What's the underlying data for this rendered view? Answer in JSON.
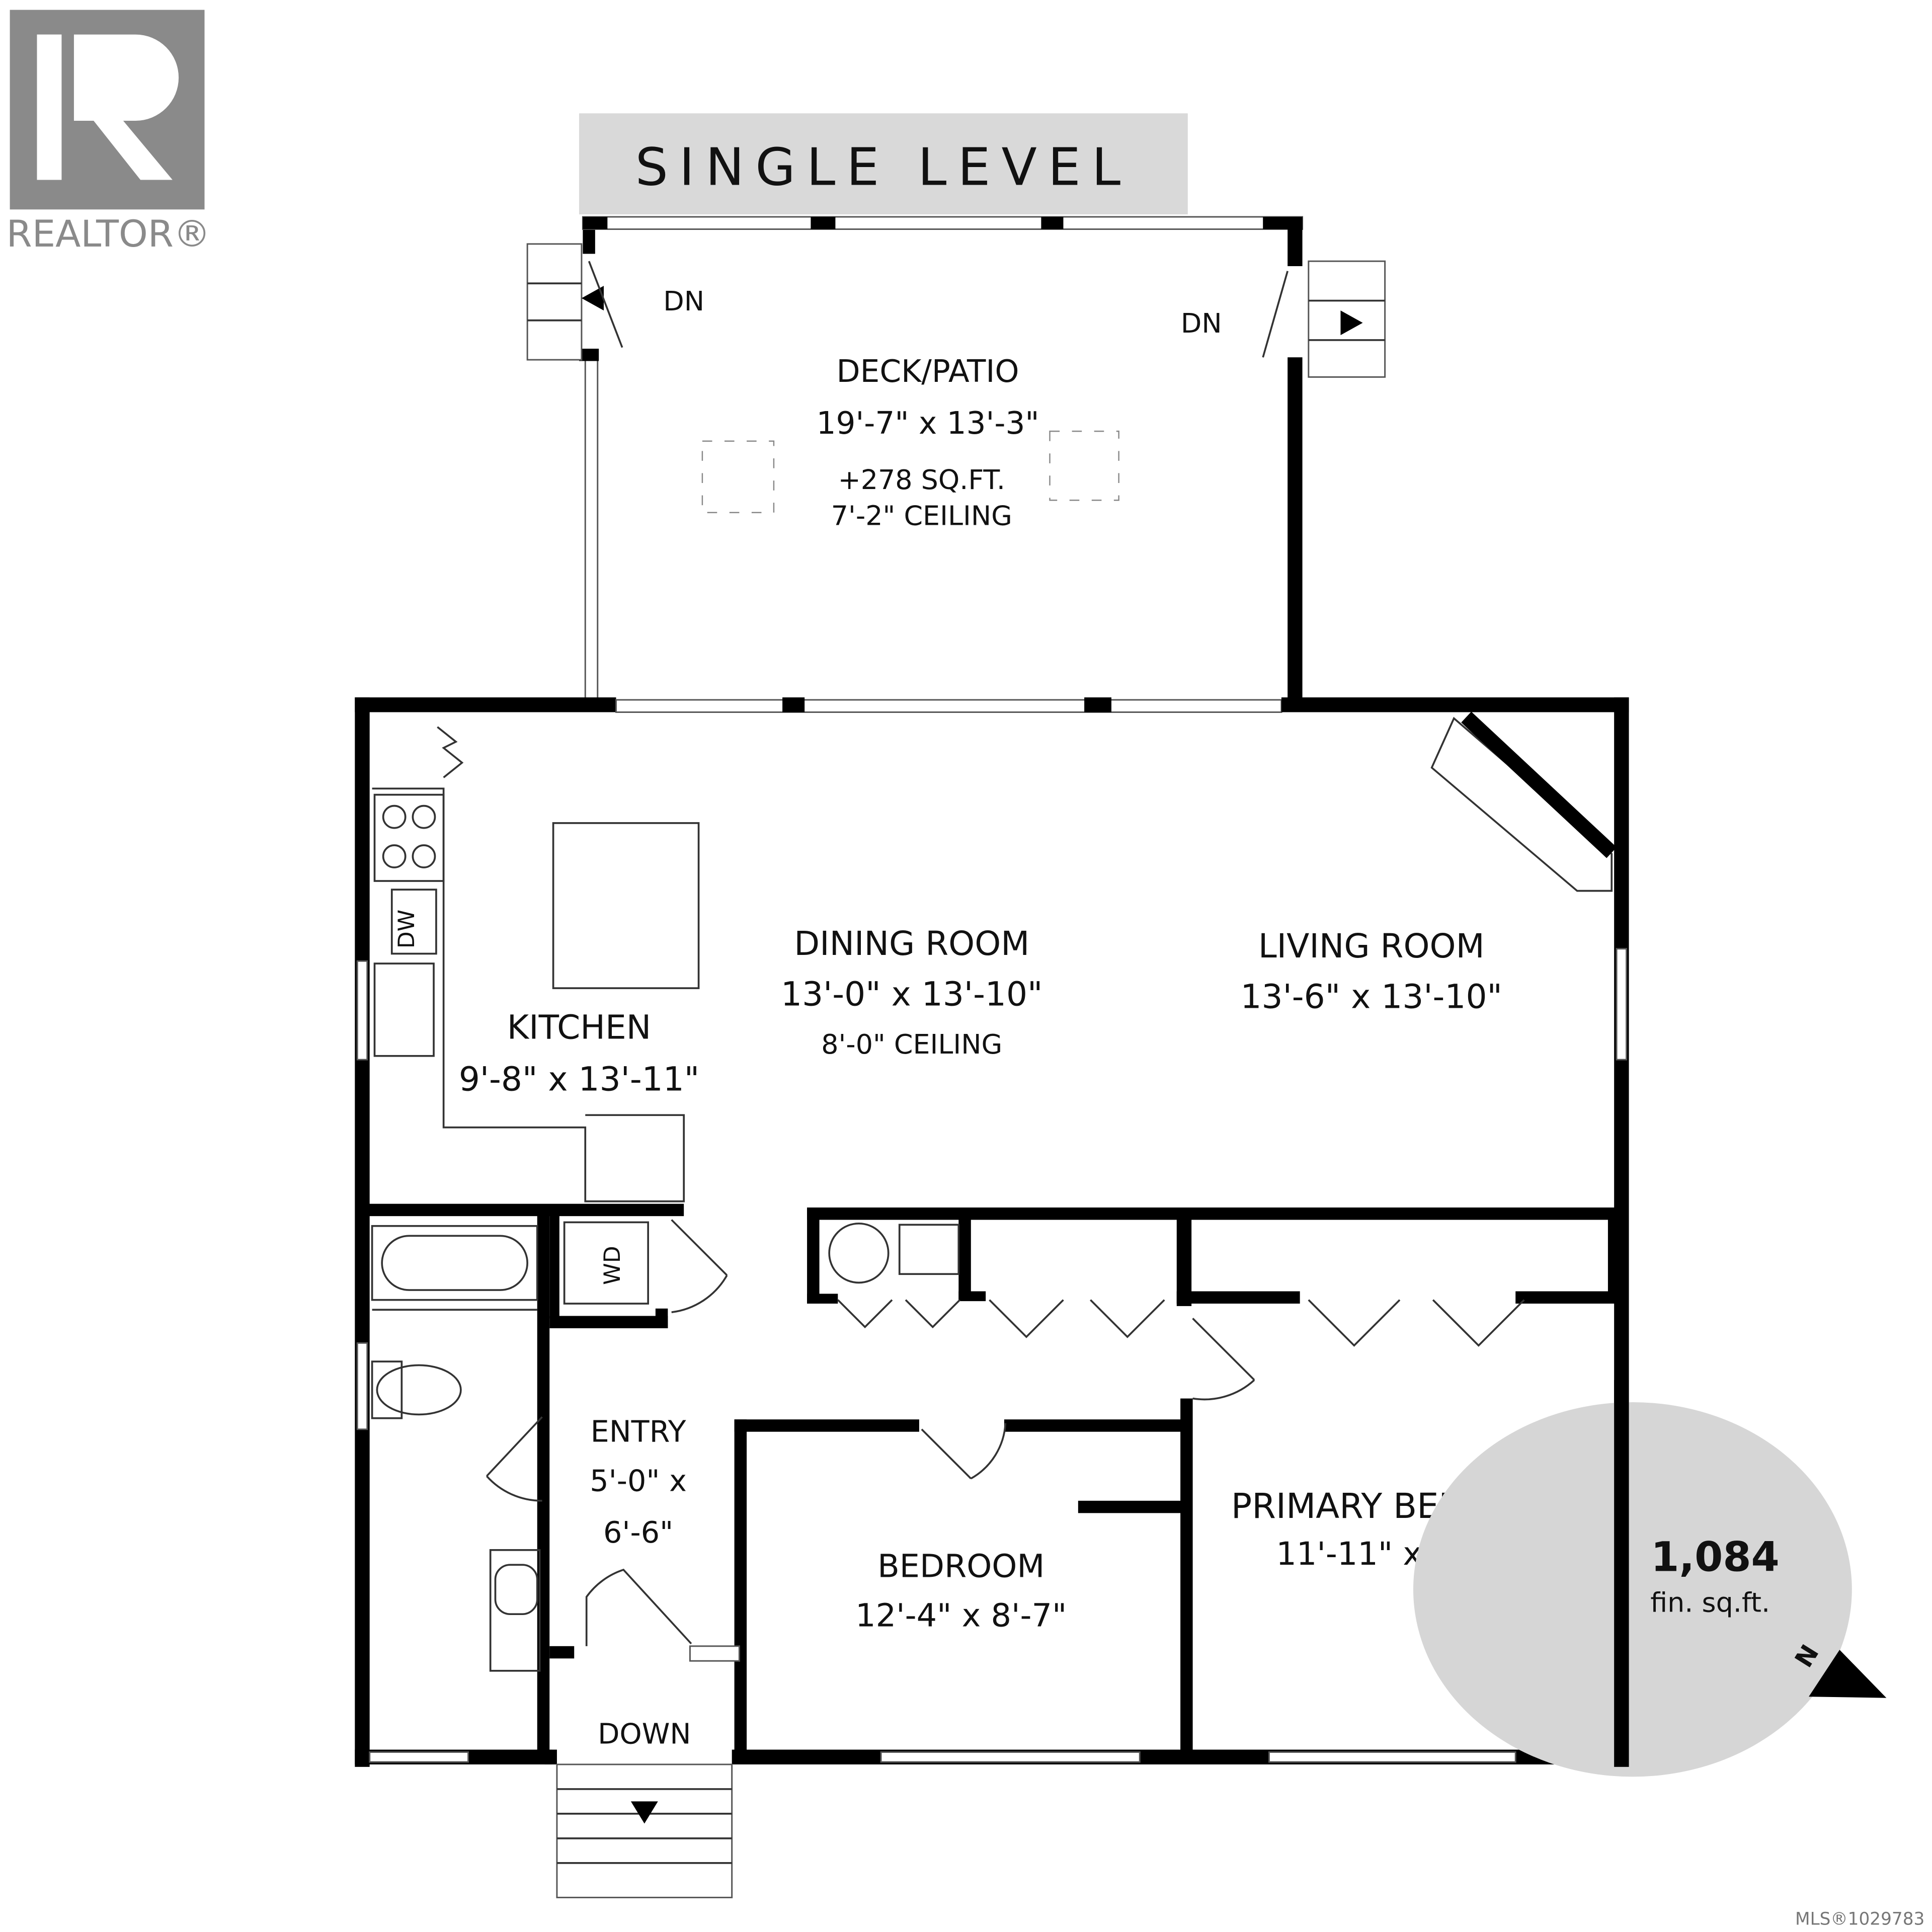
{
  "logo": {
    "text": "REALTOR®",
    "color": "#8a8a8a"
  },
  "banner": {
    "title": "SINGLE LEVEL",
    "background": "#d9d9d9"
  },
  "rooms": {
    "deck": {
      "name": "DECK/PATIO",
      "size": "19'-7\" x 13'-3\"",
      "area": "+278 SQ.FT.",
      "ceiling": "7'-2\" CEILING"
    },
    "kitchen": {
      "name": "KITCHEN",
      "size": "9'-8\" x 13'-11\""
    },
    "dining": {
      "name": "DINING ROOM",
      "size": "13'-0\" x 13'-10\"",
      "ceiling": "8'-0\" CEILING"
    },
    "living": {
      "name": "LIVING ROOM",
      "size": "13'-6\" x 13'-10\""
    },
    "entry": {
      "name": "ENTRY",
      "size1": "5'-0\" x",
      "size2": "6'-6\""
    },
    "bedroom": {
      "name": "BEDROOM",
      "size": "12'-4\" x 8'-7\""
    },
    "primary": {
      "name": "PRIMARY BEDROOM",
      "size": "11'-11\" x 12'-3\""
    }
  },
  "stairs": {
    "left": "DN",
    "right": "DN",
    "bottom": "DOWN"
  },
  "appliances": {
    "dishwasher": "DW",
    "washer_dryer": "WD"
  },
  "summary": {
    "area": "1,084",
    "unit": "fin. sq.ft.",
    "badge_color": "#d6d6d6"
  },
  "compass": {
    "label": "N"
  },
  "mls": {
    "text": "MLS®1029783"
  }
}
